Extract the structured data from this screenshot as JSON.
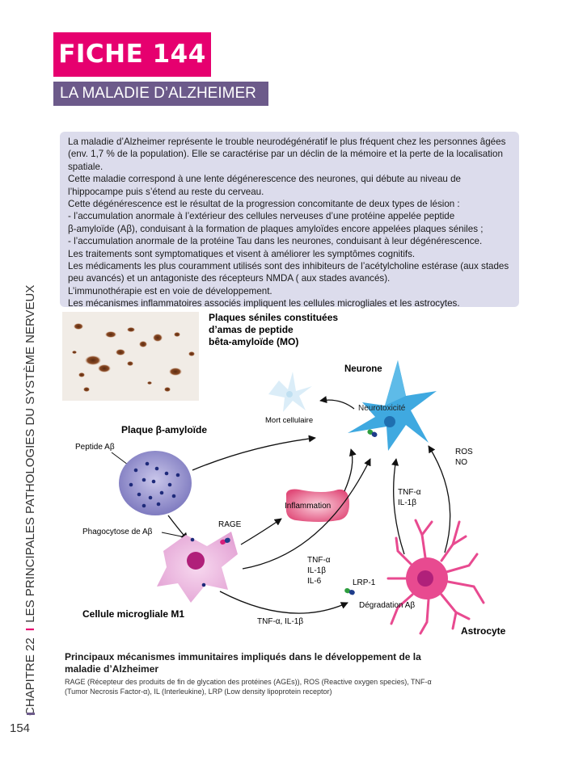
{
  "header": {
    "fiche": "FICHE 144",
    "subtitle": "LA MALADIE D’ALZHEIMER"
  },
  "intro_lines": [
    "La maladie d’Alzheimer représente le trouble neurodégénératif le plus fréquent chez les personnes âgées (env. 1,7 % de la population). Elle se caractérise par un déclin de la mémoire et la perte de la localisation spatiale.",
    "Cette maladie correspond à une lente dégénerescence des neurones, qui débute au niveau de l’hippocampe puis s’étend au reste du cerveau.",
    "Cette dégénérescence est le résultat de la progression concomitante de deux types de lésion :",
    "- l’accumulation anormale à l’extérieur des cellules nerveuses d’une protéine appelée peptide",
    "  β-amyloïde (Aβ), conduisant à la formation de plaques amyloïdes encore appelées plaques séniles ;",
    "- l’accumulation anormale de la protéine Tau dans les neurones, conduisant à leur dégénérescence.",
    "Les traitements sont symptomatiques et visent à améliorer les symptômes cognitifs.",
    "Les médicaments les plus couramment utilisés sont des inhibiteurs de l’acétylcholine estérase  (aux stades peu avancés) et un antagoniste des récepteurs NMDA ( aux stades avancés).",
    "L’immunothérapie est en voie de développement.",
    "Les mécanismes inflammatoires associés impliquent les cellules microgliales et les astrocytes."
  ],
  "sidebar": {
    "chapter": "CHAPITRE 22",
    "chapter_title": "LES PRINCIPALES PATHOLOGIES DU SYSTÈME NERVEUX",
    "page_number": "154"
  },
  "figure": {
    "photo_caption": [
      "Plaques séniles constituées",
      "d’amas de peptide",
      "bêta-amyloïde (MO)"
    ],
    "neurone": "Neurone",
    "neurotoxicite": "Neurotoxicité",
    "mort_cellulaire": "Mort cellulaire",
    "plaque": "Plaque β-amyloïde",
    "peptide": "Peptide Aβ",
    "ros": "ROS",
    "no": "NO",
    "tnf_il1_right": [
      "TNF-α",
      "IL-1β"
    ],
    "inflammation": "Inflammation",
    "rage": "RAGE",
    "phagocytose": "Phagocytose de Aβ",
    "tnf_il1_il6": [
      "TNF-α",
      "IL-1β",
      "IL-6"
    ],
    "lrp1": "LRP-1",
    "degradation": "Dégradation Aβ",
    "microglie": "Cellule microgliale M1",
    "tnf_il1_bottom": "TNF-α, IL-1β",
    "astrocyte": "Astrocyte"
  },
  "caption": {
    "title": "Principaux mécanismes immunitaires impliqués dans le développement de la maladie d’Alzheimer",
    "body": "RAGE (Récepteur des produits de fin de glycation des protéines (AGEs)), ROS (Reactive oxygen species), TNF-α (Tumor Necrosis Factor-α), IL (Interleukine), LRP (Low density lipoprotein receptor)"
  },
  "colors": {
    "accent_pink": "#e6006f",
    "subtitle_purple": "#6c5a8a",
    "intro_bg": "#dcdcec",
    "neuron_blue": "#3fa9e0",
    "astrocyte_pink": "#e84a90",
    "microglia_pink": "#e7a6d6",
    "plaque_purple": "#8a86c6"
  }
}
